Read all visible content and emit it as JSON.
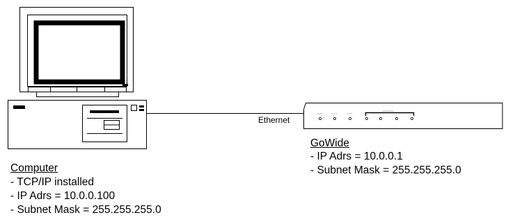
{
  "link": {
    "label": "Ethernet"
  },
  "computer": {
    "title": "Computer",
    "lines": [
      "- TCP/IP installed",
      "- IP Adrs = 10.0.0.100",
      "- Subnet Mask = 255.255.255.0"
    ]
  },
  "gowide": {
    "title": "GoWide",
    "lines": [
      "- IP Adrs = 10.0.0.1",
      "- Subnet Mask = 255.255.255.0"
    ]
  }
}
